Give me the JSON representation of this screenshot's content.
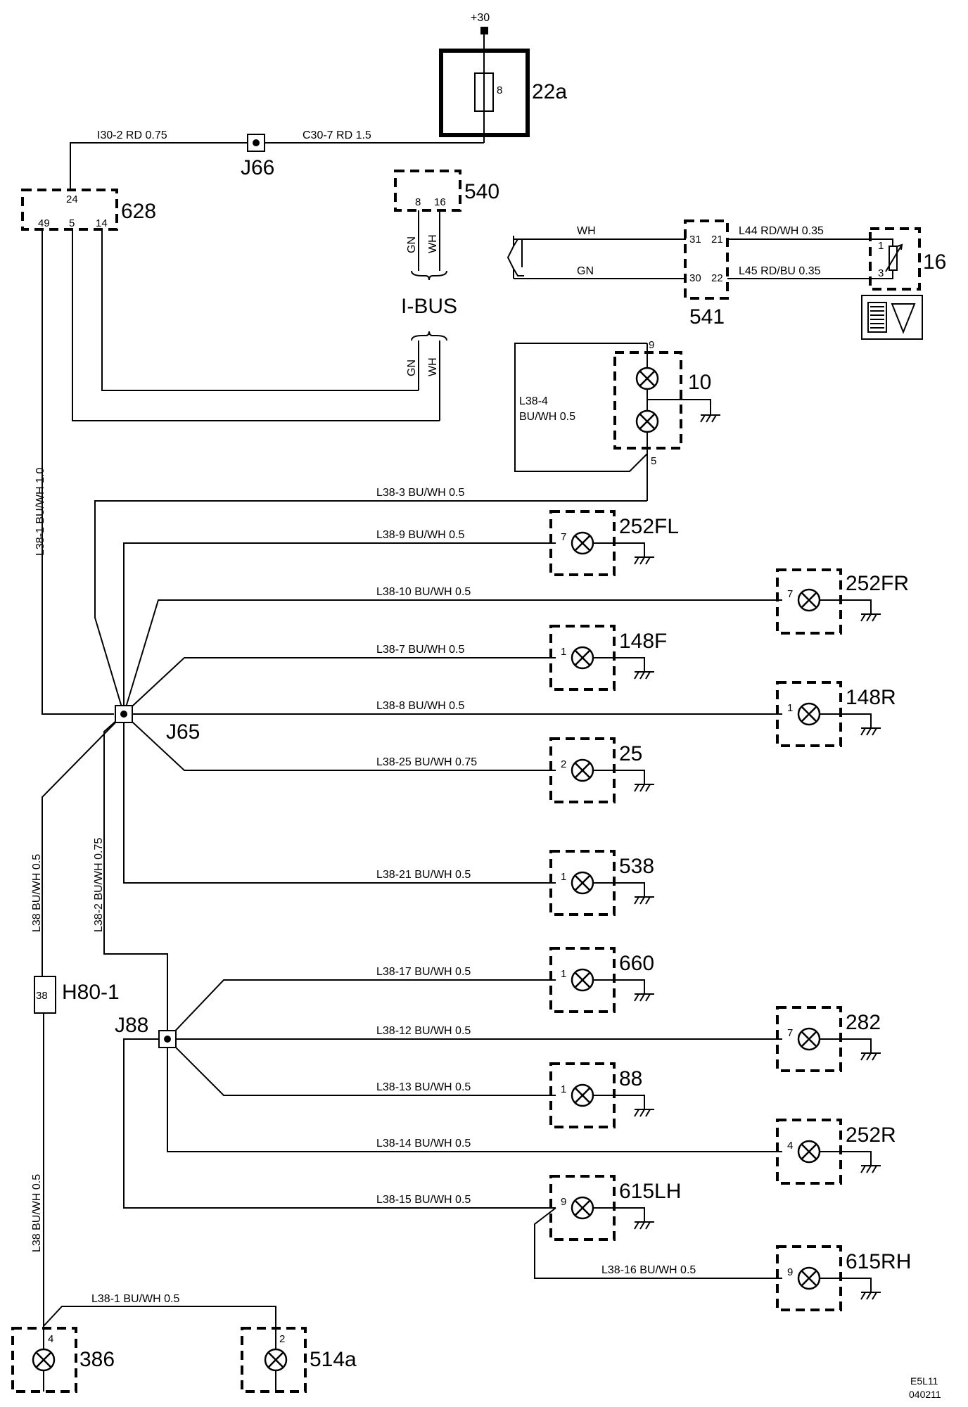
{
  "supply": {
    "label": "+30"
  },
  "components": {
    "c22a": "22a",
    "c628": "628",
    "c540": "540",
    "c541": "541",
    "c16": "16",
    "c10": "10",
    "c252FL": "252FL",
    "c252FR": "252FR",
    "c148F": "148F",
    "c148R": "148R",
    "c25": "25",
    "c538": "538",
    "c660": "660",
    "c282": "282",
    "c88": "88",
    "c252R": "252R",
    "c615LH": "615LH",
    "c615RH": "615RH",
    "c386": "386",
    "c514a": "514a"
  },
  "junctions": {
    "J66": "J66",
    "J65": "J65",
    "J88": "J88",
    "H80": "H80-1"
  },
  "bus": {
    "label": "I-BUS"
  },
  "pins": {
    "p22a": "8",
    "p628_24": "24",
    "p628_49": "49",
    "p628_5": "5",
    "p628_14": "14",
    "p540_8": "8",
    "p540_16": "16",
    "p541_31": "31",
    "p541_21": "21",
    "p541_30": "30",
    "p541_22": "22",
    "p16_1": "1",
    "p16_3": "3",
    "p10_9": "9",
    "p10_5": "5",
    "p252FL": "7",
    "p252FR": "7",
    "p148F": "1",
    "p148R": "1",
    "p25": "2",
    "p538": "1",
    "p660": "1",
    "p282": "7",
    "p88": "1",
    "p252R": "4",
    "p615LH": "9",
    "p615RH": "9",
    "p386": "4",
    "p514a": "2",
    "pH80": "38"
  },
  "wires": {
    "i30": "I30-2  RD  0.75",
    "c30": "C30-7  RD  1.5",
    "gn1": "GN",
    "wh1": "WH",
    "gn2": "GN",
    "wh2": "WH",
    "wh541": "WH",
    "gn541": "GN",
    "l44": "L44  RD/WH  0.35",
    "l45": "L45  RD/BU  0.35",
    "l38_4a": "L38-4",
    "l38_4b": "BU/WH 0.5",
    "l38_1v": "L38-1  BU/WH  1.0",
    "l38_3": "L38-3  BU/WH  0.5",
    "l38_9": "L38-9  BU/WH  0.5",
    "l38_10": "L38-10  BU/WH  0.5",
    "l38_7": "L38-7  BU/WH  0.5",
    "l38_8": "L38-8  BU/WH  0.5",
    "l38_25": "L38-25  BU/WH  0.75",
    "l38_21": "L38-21  BU/WH  0.5",
    "l38_17": "L38-17  BU/WH  0.5",
    "l38_12": "L38-12  BU/WH  0.5",
    "l38_13": "L38-13  BU/WH  0.5",
    "l38_14": "L38-14  BU/WH  0.5",
    "l38_15": "L38-15  BU/WH  0.5",
    "l38_16": "L38-16  BU/WH 0.5",
    "l38_2v": "L38-2  BU/WH  0.75",
    "l38_upper": "L38  BU/WH  0.5",
    "l38_lower": "L38  BU/WH  0.5",
    "l38_1b": "L38-1   BU/WH   0.5"
  },
  "footer": {
    "code1": "E5L11",
    "code2": "040211"
  }
}
